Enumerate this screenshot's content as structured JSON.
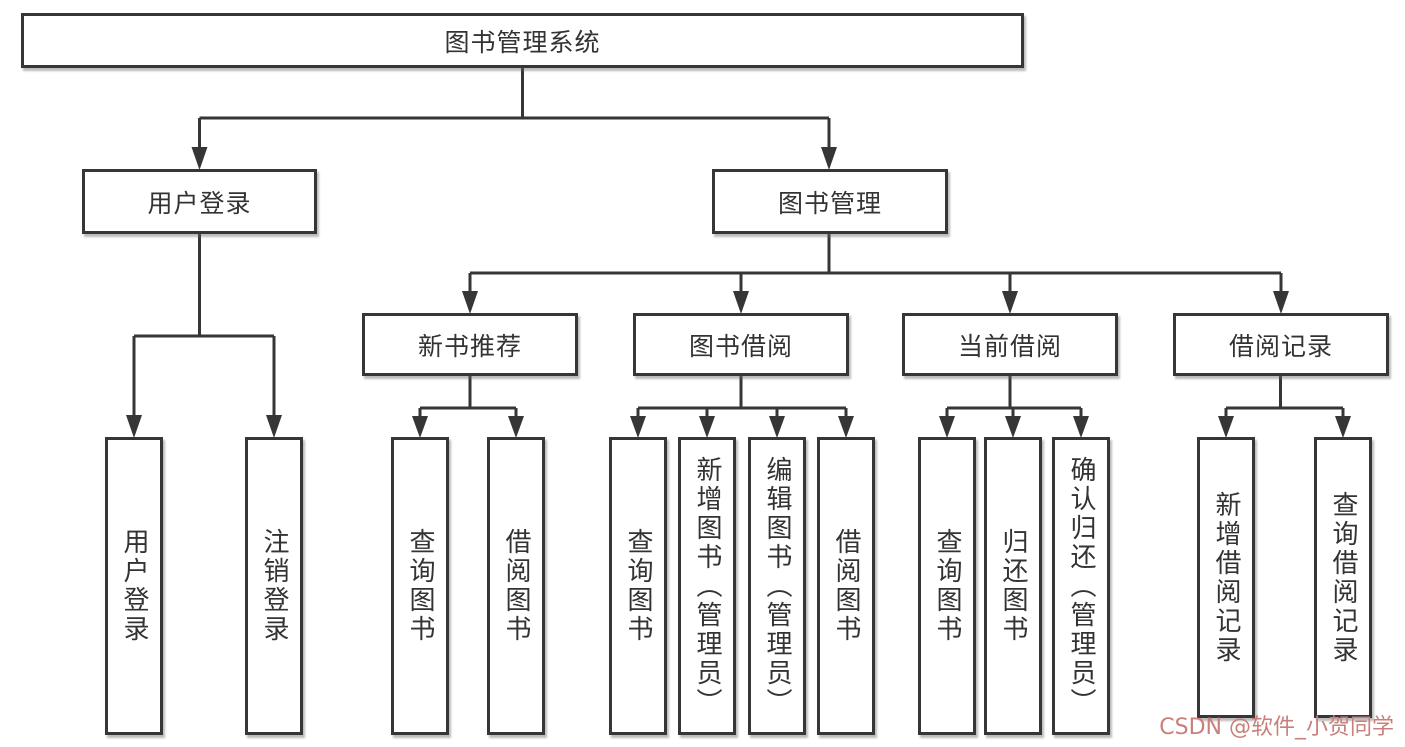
{
  "theme": {
    "line": "#363636",
    "text": "#333333",
    "wm": "#c97f7a",
    "bg": "#ffffff"
  },
  "diagram": {
    "root": {
      "label": "图书管理系统",
      "children": [
        {
          "label": "用户登录",
          "children": [
            {
              "label": "用户登录"
            },
            {
              "label": "注销登录"
            }
          ]
        },
        {
          "label": "图书管理",
          "children": [
            {
              "label": "新书推荐",
              "children": [
                {
                  "label": "查询图书"
                },
                {
                  "label": "借阅图书"
                }
              ]
            },
            {
              "label": "图书借阅",
              "children": [
                {
                  "label": "查询图书"
                },
                {
                  "label": "新增图书（管理员）"
                },
                {
                  "label": "编辑图书（管理员）"
                },
                {
                  "label": "借阅图书"
                }
              ]
            },
            {
              "label": "当前借阅",
              "children": [
                {
                  "label": "查询图书"
                },
                {
                  "label": "归还图书"
                },
                {
                  "label": "确认归还（管理员）"
                }
              ]
            },
            {
              "label": "借阅记录",
              "children": [
                {
                  "label": "新增借阅记录"
                },
                {
                  "label": "查询借阅记录"
                }
              ]
            }
          ]
        }
      ]
    }
  },
  "watermark": {
    "text": "CSDN @软件_小贺同学"
  }
}
